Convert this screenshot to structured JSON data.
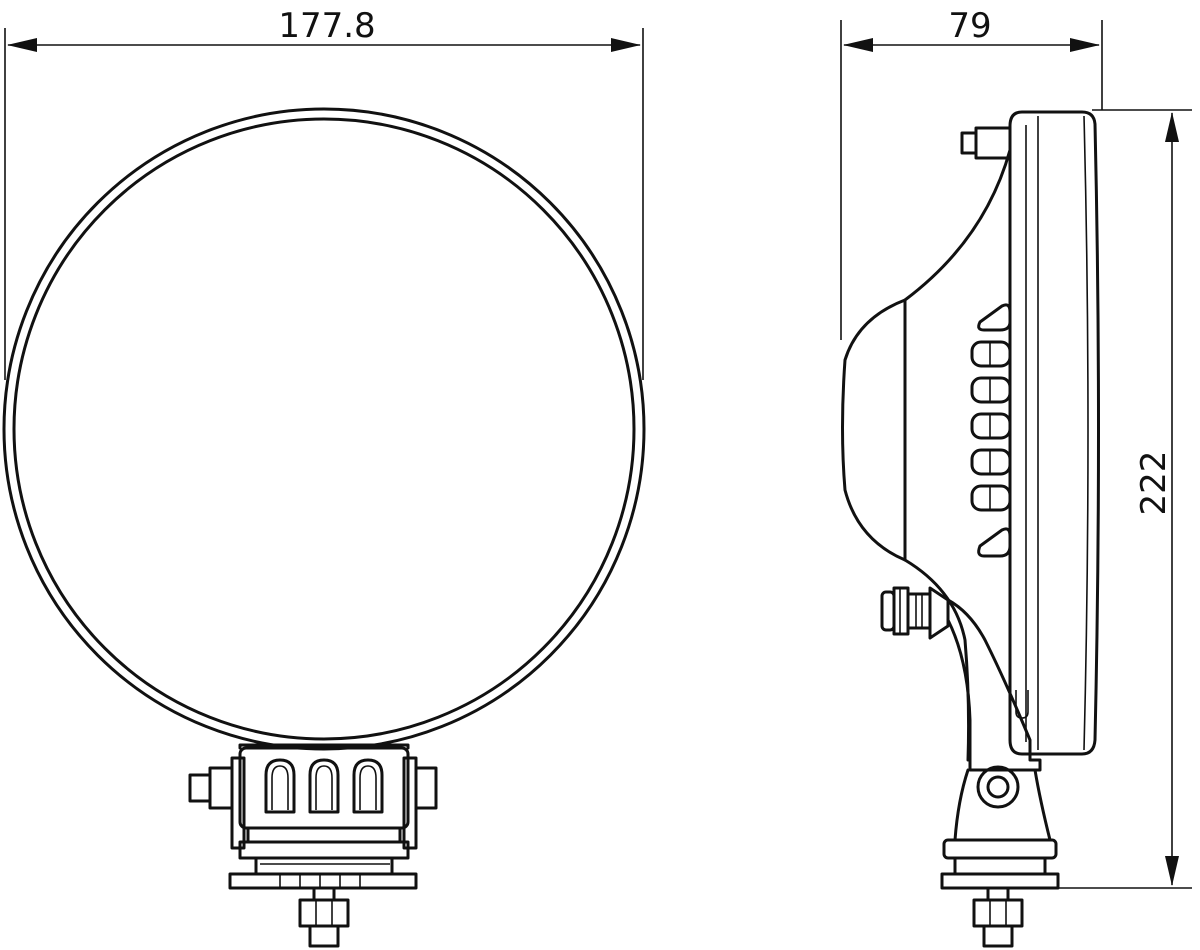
{
  "dimensions": {
    "front_width": "177.8",
    "side_depth": "79",
    "side_height": "222"
  },
  "colors": {
    "line": "#111111",
    "background": "#ffffff"
  }
}
